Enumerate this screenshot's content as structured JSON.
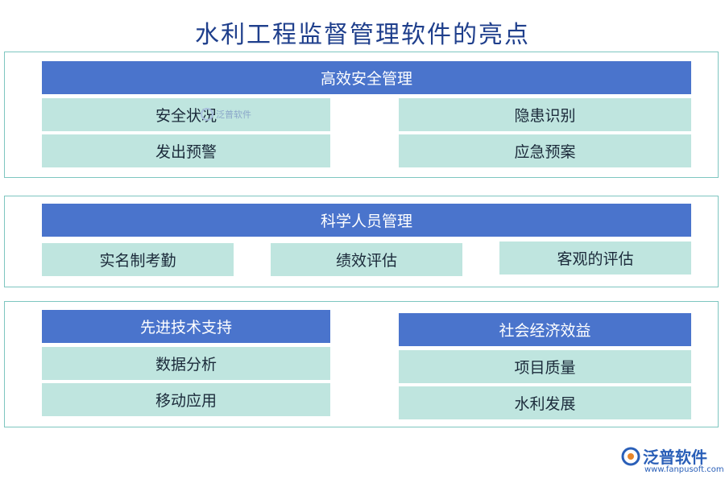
{
  "title": "水利工程监督管理软件的亮点",
  "sections": [
    {
      "header": "高效安全管理",
      "items": [
        "安全状况",
        "隐患识别",
        "发出预警",
        "应急预案"
      ]
    },
    {
      "header": "科学人员管理",
      "items": [
        "实名制考勤",
        "绩效评估",
        "客观的评估"
      ]
    },
    {
      "groups": [
        {
          "header": "先进技术支持",
          "items": [
            "数据分析",
            "移动应用"
          ]
        },
        {
          "header": "社会经济效益",
          "items": [
            "项目质量",
            "水利发展"
          ]
        }
      ]
    }
  ],
  "watermark": "泛普软件",
  "logo": {
    "name": "泛普软件",
    "url": "www.fanpusoft.com"
  },
  "colors": {
    "header": "#4a74cc",
    "cell": "#bfe5df",
    "border": "#7ec6c0",
    "title": "#1f3f8c"
  }
}
